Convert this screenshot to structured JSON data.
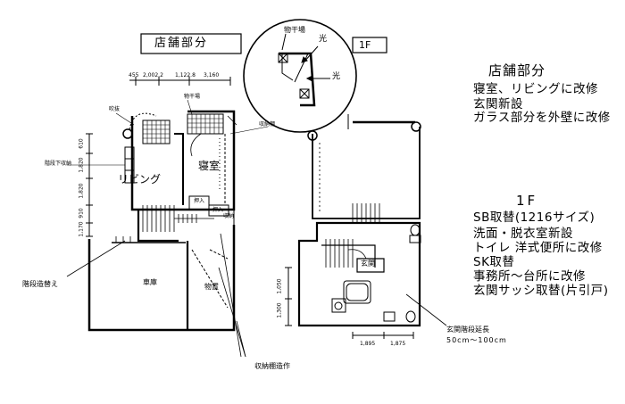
{
  "titles": {
    "before_label": "店舗部分",
    "after_label": "1F"
  },
  "detail": {
    "drying_area": "物干場",
    "light_top": "光",
    "light_right": "光"
  },
  "left_plan": {
    "dims_top": [
      "455",
      "2,002.2",
      "1,122.8",
      "3,160"
    ],
    "dims_left": [
      "610",
      "1,820",
      "1,820",
      "910",
      "1,170"
    ],
    "rooms": {
      "living": "リビング",
      "bedroom": "寝室",
      "garage": "車庫",
      "storage": "物置"
    },
    "small_labels": {
      "balcony": "吹抜",
      "laundry": "物干場",
      "storage_shelf": "収納棚",
      "under_stair": "階段下収納",
      "oshiire1": "押入",
      "oshiire2": "押入",
      "storage2": "収納"
    },
    "annotations": {
      "stair_rebuild": "階段造替え",
      "shelf_build": "収納棚造作"
    }
  },
  "right_plan": {
    "entrance": "玄関",
    "dims_left": [
      "1,050",
      "1,300"
    ],
    "dims_bottom": [
      "1,895",
      "1,875"
    ],
    "annotation_title": "玄関階段延長",
    "annotation_value": "50cm〜100cm"
  },
  "notes": {
    "shop_title": "店舗部分",
    "shop_lines": [
      "寝室、リビングに改修",
      "玄関新設",
      "ガラス部分を外壁に改修"
    ],
    "floor_title": "1F",
    "floor_lines": [
      "SB取替(1216サイズ)",
      "洗面・脱衣室新設",
      "トイレ 洋式便所に改修",
      "SK取替",
      "事務所〜台所に改修",
      "玄関サッシ取替(片引戸)"
    ]
  }
}
